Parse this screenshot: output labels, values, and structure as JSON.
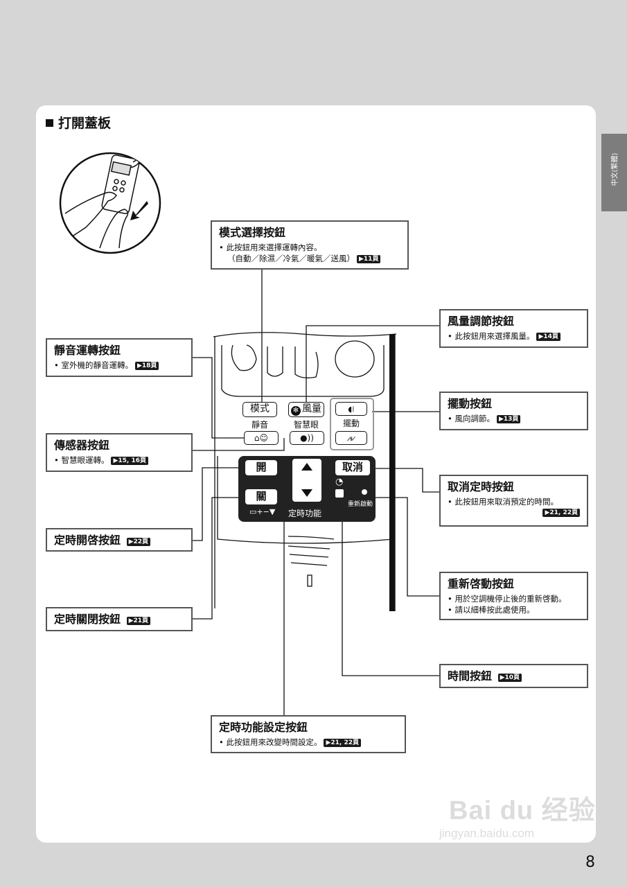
{
  "section_title": "打開蓋板",
  "side_tab": "中文(繁體)",
  "page_number": "8",
  "callouts": {
    "mode": {
      "title": "模式選擇按鈕",
      "desc1": "此按鈕用來選擇運轉內容。",
      "desc2": "（自動／除濕／冷氣／暖氣／送風）",
      "ref": "▶11頁"
    },
    "fan": {
      "title": "風量調節按鈕",
      "desc": "此按鈕用來選擇風量。",
      "ref": "▶14頁"
    },
    "quiet": {
      "title": "靜音運轉按鈕",
      "desc": "室外機的靜音運轉。",
      "ref": "▶18頁"
    },
    "swing": {
      "title": "擺動按鈕",
      "desc": "風向調節。",
      "ref": "▶13頁"
    },
    "sensor": {
      "title": "傳感器按鈕",
      "desc": "智慧眼運轉。",
      "ref": "▶15, 16頁"
    },
    "cancel_timer": {
      "title": "取消定時按鈕",
      "desc": "此按鈕用來取消預定的時間。",
      "ref": "▶21, 22頁"
    },
    "timer_on": {
      "title": "定時開啓按鈕",
      "ref": "▶22頁"
    },
    "restart": {
      "title": "重新啓動按鈕",
      "desc1": "用於空調機停止後的重新啓動。",
      "desc2": "請以細棒按此處使用。"
    },
    "timer_off": {
      "title": "定時關閉按鈕",
      "ref": "▶21頁"
    },
    "clock": {
      "title": "時間按鈕",
      "ref": "▶10頁"
    },
    "timer_set": {
      "title": "定時功能設定按鈕",
      "desc": "此按鈕用來改變時間設定。",
      "ref": "▶21, 22頁"
    }
  },
  "remote": {
    "mode_btn": "模式",
    "fan_btn": "風量",
    "quiet_label": "靜音",
    "sensor_label": "智慧眼",
    "swing_label": "擺動",
    "on_btn": "開",
    "off_btn": "關",
    "cancel_btn": "取消",
    "timer_label": "定時功能",
    "restart_label": "重新啟動"
  },
  "watermark": {
    "brand": "Bai du 经验",
    "url": "jingyan.baidu.com"
  }
}
